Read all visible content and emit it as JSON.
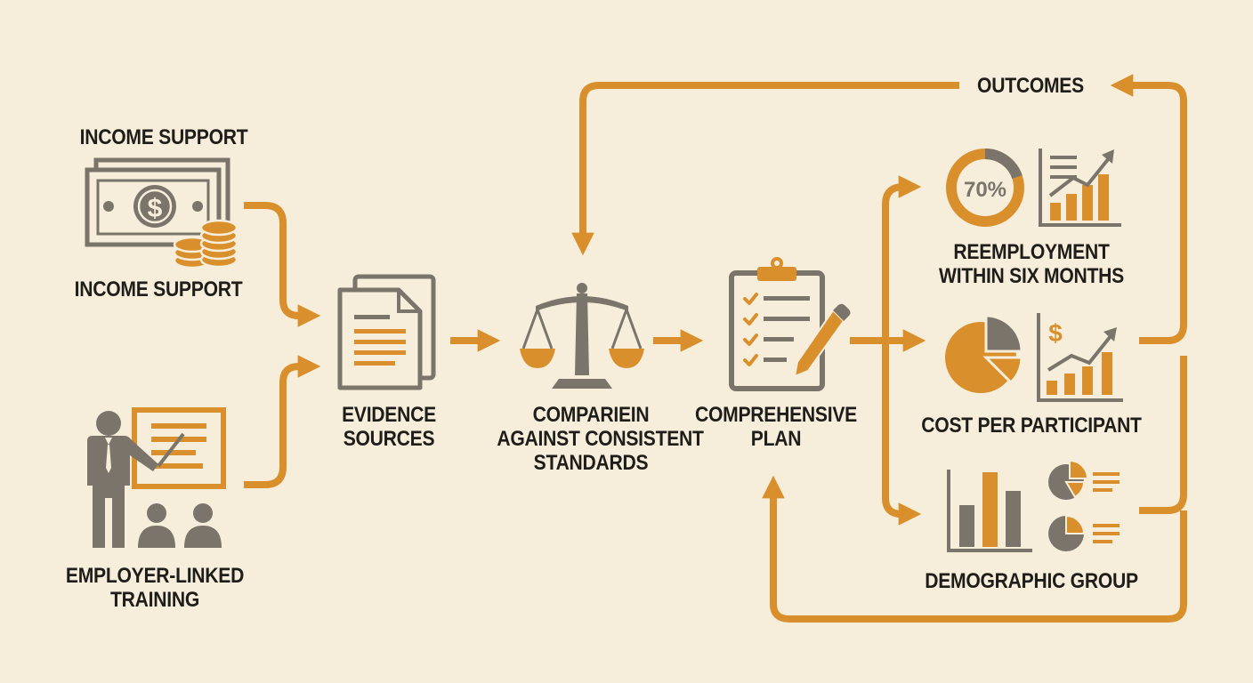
{
  "colors": {
    "background": "#f6eedb",
    "accent": "#d98f2b",
    "icon_gray": "#7b746a",
    "text": "#1f1d1a"
  },
  "inputs": {
    "income_support_heading": "INCOME SUPPORT",
    "income_support_label": "INCOME SUPPORT",
    "training_label_line1": "EMPLOYER-LINKED",
    "training_label_line2": "TRAINING"
  },
  "steps": {
    "evidence_line1": "EVIDENCE",
    "evidence_line2": "SOURCES",
    "comparison_line1": "COMPARIEIN",
    "comparison_line2": "AGAINST CONSISTENT",
    "comparison_line3": "STANDARDS",
    "plan_line1": "COMPREHENSIVE",
    "plan_line2": "PLAN"
  },
  "outcomes": {
    "title": "OUTCOMES",
    "reemployment_percent": "70%",
    "reemployment_line1": "REEMPLOYMENT",
    "reemployment_line2": "WITHIN SIX MONTHS",
    "cost_symbol": "$",
    "cost_label": "COST PER PARTICIPANT",
    "demographic_label": "DEMOGRAPHIC GROUP"
  },
  "icons": [
    "money-bill-icon",
    "coin-stack-icon",
    "trainer-presentation-icon",
    "audience-icon",
    "documents-icon",
    "balance-scale-icon",
    "clipboard-checklist-icon",
    "pencil-icon",
    "percent-ring-icon",
    "trend-bar-chart-icon",
    "pie-chart-icon",
    "dollar-trend-chart-icon",
    "bar-chart-icon",
    "small-pie-legend-icon"
  ]
}
